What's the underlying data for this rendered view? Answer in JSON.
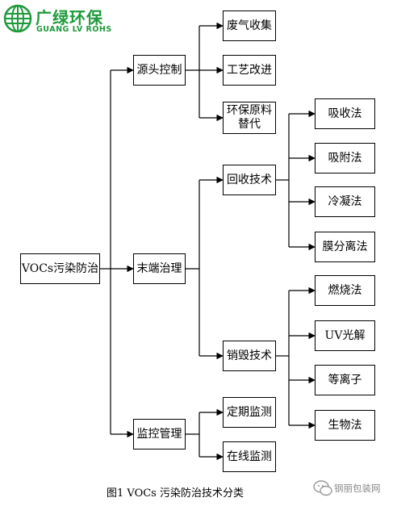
{
  "logo": {
    "name": "广绿环保",
    "subtitle": "GUANG LV ROHS",
    "brand_color": "#1f9a3c"
  },
  "diagram": {
    "root": "VOCs污染防治",
    "branches": [
      {
        "label": "源头控制",
        "children": [
          "废气收集",
          "工艺改进",
          "环保原料\n替代"
        ]
      },
      {
        "label": "末端治理",
        "groups": [
          {
            "label": "回收技术",
            "children": [
              "吸收法",
              "吸附法",
              "冷凝法",
              "膜分离法"
            ]
          },
          {
            "label": "销毁技术",
            "children": [
              "燃烧法",
              "UV光解",
              "等离子",
              "生物法"
            ]
          }
        ]
      },
      {
        "label": "监控管理",
        "children": [
          "定期监测",
          "在线监测"
        ]
      }
    ]
  },
  "caption": "图1 VOCs 污染防治技术分类",
  "watermark": "钢丽包装网"
}
